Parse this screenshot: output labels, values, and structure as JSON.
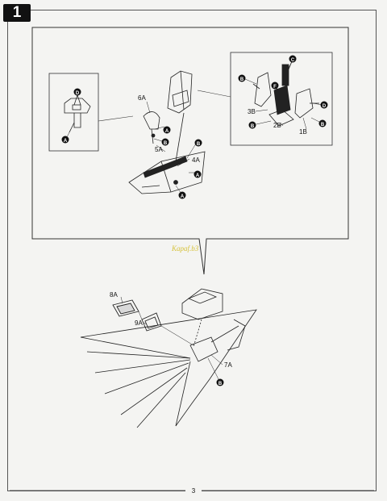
{
  "step": {
    "number": "1"
  },
  "parts": {
    "p6a": "6A",
    "p5a": "5A",
    "p4a": "4A",
    "p3b": "3B",
    "p2b": "2B",
    "p1b": "1B",
    "p8a": "8A",
    "p9a": "9A",
    "p7a": "7A"
  },
  "markers": {
    "a": "A",
    "b": "B",
    "c": "C",
    "d": "D",
    "f": "F"
  },
  "watermark": {
    "text": "Kapaf.b3"
  },
  "footer": {
    "page_number": "3"
  },
  "colors": {
    "ink": "#111111",
    "paper": "#f4f4f2",
    "watermark": "#d6c23a"
  }
}
